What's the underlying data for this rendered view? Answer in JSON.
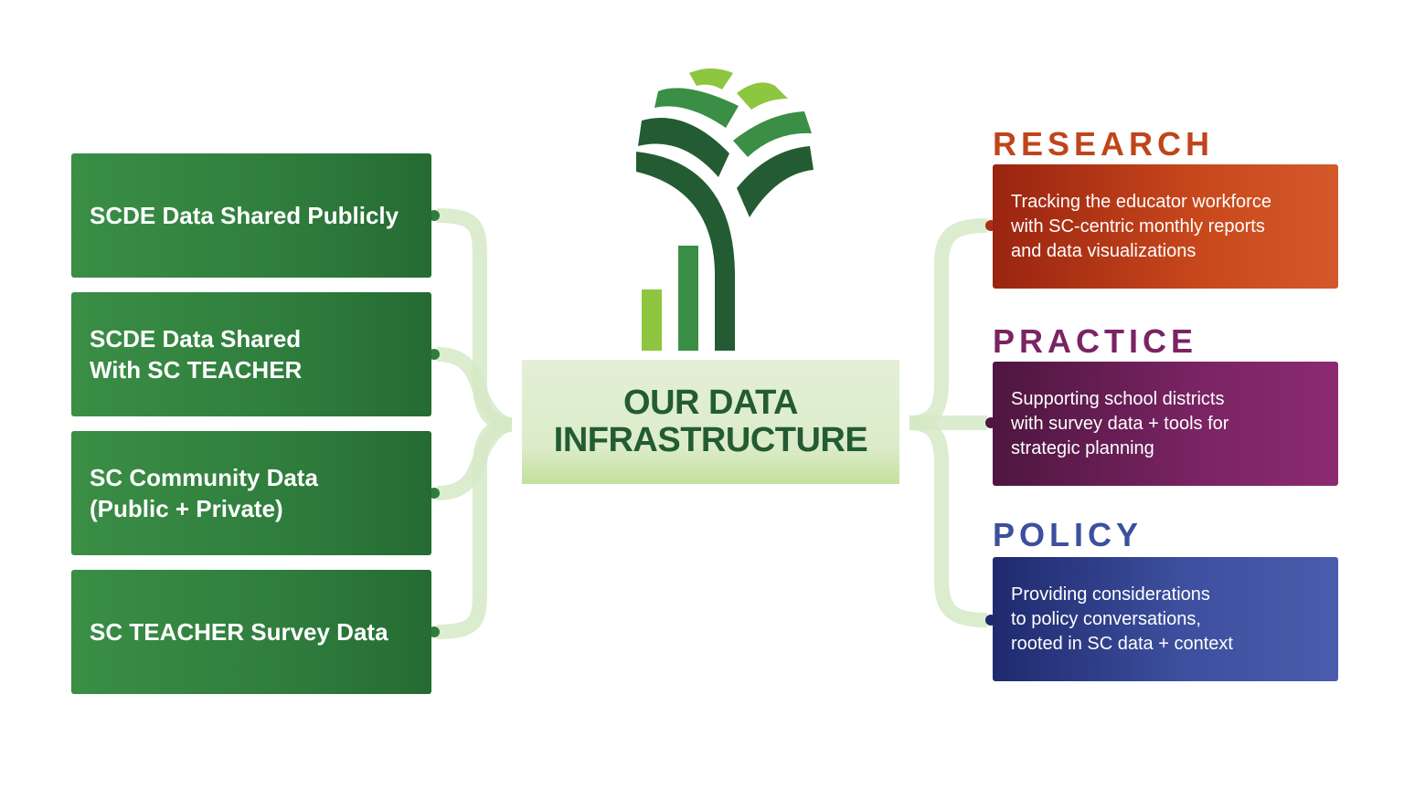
{
  "sources": [
    {
      "label": "SCDE Data Shared Publicly"
    },
    {
      "label": "SCDE Data Shared\nWith SC TEACHER"
    },
    {
      "label": "SC Community Data\n(Public + Private)"
    },
    {
      "label": "SC TEACHER Survey Data"
    }
  ],
  "hub": {
    "title": "OUR DATA\nINFRASTRUCTURE"
  },
  "outputs": [
    {
      "heading": "RESEARCH",
      "text": "Tracking the educator workforce\nwith SC-centric monthly reports\nand data visualizations",
      "color": "#c0441b"
    },
    {
      "heading": "PRACTICE",
      "text": "Supporting school districts\nwith survey data + tools for\nstrategic planning",
      "color": "#7a2463"
    },
    {
      "heading": "POLICY",
      "text": "Providing considerations\nto policy conversations,\nrooted in SC data + context",
      "color": "#3d4f9e"
    }
  ],
  "colors": {
    "dark_green": "#235c32",
    "mid_green": "#3a8e45",
    "light_green": "#8dc63f",
    "connector": "#d6e9c6"
  }
}
